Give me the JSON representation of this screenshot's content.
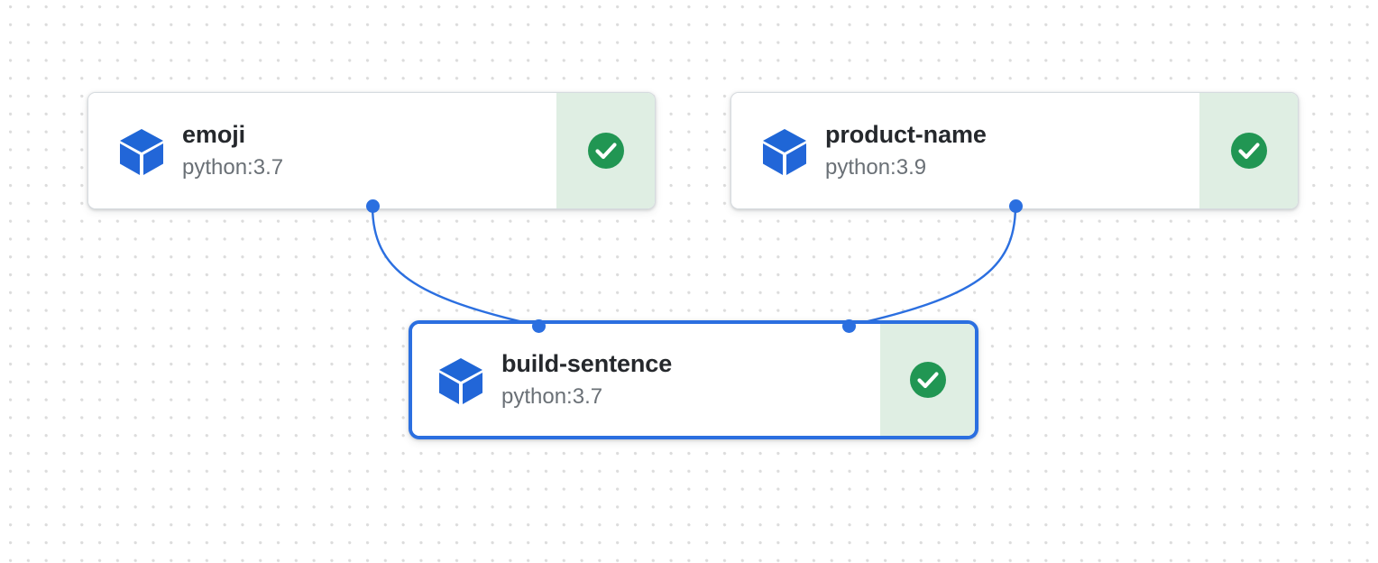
{
  "canvas": {
    "background_color": "#ffffff",
    "dot_color": "#dcdcdc",
    "accent_color": "#2b6fe0",
    "status_ok_color": "#219653",
    "status_ok_bg": "#dfeee3"
  },
  "nodes": [
    {
      "id": "emoji",
      "title": "emoji",
      "subtitle": "python:3.7",
      "icon": "cube-icon",
      "status": "success-check-icon",
      "selected": false
    },
    {
      "id": "product-name",
      "title": "product-name",
      "subtitle": "python:3.9",
      "icon": "cube-icon",
      "status": "success-check-icon",
      "selected": false
    },
    {
      "id": "build-sentence",
      "title": "build-sentence",
      "subtitle": "python:3.7",
      "icon": "cube-icon",
      "status": "success-check-icon",
      "selected": true
    }
  ],
  "edges": [
    {
      "id": "emoji-to-build-sentence",
      "from": "emoji",
      "to": "build-sentence"
    },
    {
      "id": "product-name-to-build-sentence",
      "from": "product-name",
      "to": "build-sentence"
    }
  ]
}
